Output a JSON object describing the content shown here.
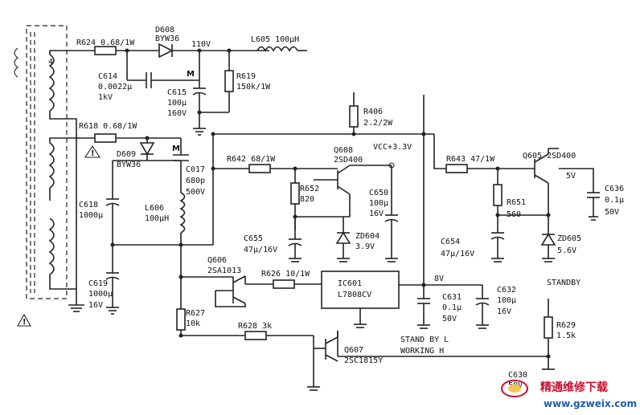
{
  "components": {
    "r624": "R624 0.68/1W",
    "d608_name": "D608",
    "d608_type": "BYW36",
    "v110": "110V",
    "l605": "L605 100μH",
    "c614_name": "C614",
    "c614_value": "0.0022μ",
    "c614_volt": "1kV",
    "m1": "M",
    "c615_name": "C615",
    "c615_value": "100μ",
    "c615_volt": "160V",
    "r619_name": "R619",
    "r619_value": "150k/1W",
    "r406_name": "R406",
    "r406_value": "2.2/2W",
    "r618": "R618 0.68/1W",
    "d609_name": "D609",
    "d609_type": "BYW36",
    "m2": "M",
    "c017_name": "C017",
    "c017_value": "680p",
    "c017_volt": "500V",
    "r642": "R642 68/1W",
    "q608_name": "Q608",
    "q608_type": "2SD400",
    "vcc": "VCC+3.3V",
    "r643": "R643 47/1W",
    "q605": "Q605 2SD400",
    "v5": "5V",
    "c636_name": "C636",
    "c636_value": "0.1μ",
    "c636_volt": "50V",
    "r652_name": "R652",
    "r652_value": "820",
    "c650_name": "C650",
    "c650_value": "100μ",
    "c650_volt": "16V",
    "r651_name": "R651",
    "r651_value": "560",
    "c618_name": "C618",
    "c618_value": "1000μ",
    "l606_name": "L606",
    "l606_value": "100μH",
    "c655_name": "C655",
    "c655_value": "47μ/16V",
    "zd604_name": "ZD604",
    "zd604_value": "3.9V",
    "c654_name": "C654",
    "c654_value": "47μ/16V",
    "zd605_name": "ZD605",
    "zd605_value": "5.6V",
    "q606_name": "Q606",
    "q606_type": "2SA1013",
    "r626": "R626 10/1W",
    "ic601_name": "IC601",
    "ic601_type": "L7808CV",
    "v8": "8V",
    "standby": "STANDBY",
    "c619_name": "C619",
    "c619_value": "1000μ",
    "c619_volt": "16V",
    "c631_name": "C631",
    "c631_value": "0.1μ",
    "c631_volt": "50V",
    "c632_name": "C632",
    "c632_value": "100μ",
    "c632_volt": "16V",
    "r627_name": "R627",
    "r627_value": "10k",
    "r628": "R628 3k",
    "r629_name": "R629",
    "r629_value": "1.5k",
    "standby_l": "STAND BY L",
    "working_h": "WORKING H",
    "q607_name": "Q607",
    "q607_type": "2SC1815Y",
    "pin4": "4",
    "warn_symbol": "!",
    "c630_partial": "C630",
    "c630_partial2": "50V"
  },
  "watermark": {
    "cn": "精通维修下载",
    "url": "www.gzweix.com",
    "colors": {
      "cn": "#c8102e",
      "url": "#1d5fa8"
    }
  }
}
